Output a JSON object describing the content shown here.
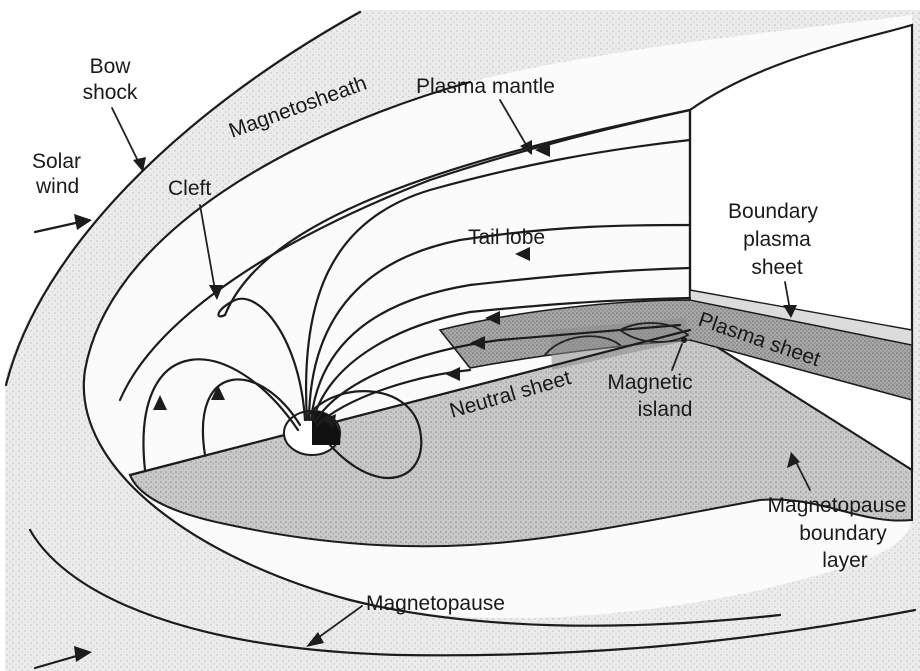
{
  "diagram": {
    "colors": {
      "background": "#ffffff",
      "sheath_fill": "#ececec",
      "plane_fill": "#c8c8c8",
      "plasma_sheet_fill": "#b4b4b4",
      "ink": "#1c1c1c"
    },
    "labels": {
      "bow_shock": [
        "Bow",
        "shock"
      ],
      "solar_wind": [
        "Solar",
        "wind"
      ],
      "magnetosheath": "Magnetosheath",
      "plasma_mantle": "Plasma mantle",
      "cleft": "Cleft",
      "tail_lobe": "Tail lobe",
      "boundary_plasma_sheet": [
        "Boundary",
        "plasma",
        "sheet"
      ],
      "plasma_sheet": "Plasma sheet",
      "neutral_sheet": "Neutral sheet",
      "magnetic_island": [
        "Magnetic",
        "island"
      ],
      "magnetopause_boundary_layer": [
        "Magnetopause",
        "boundary",
        "layer"
      ],
      "magnetopause": "Magnetopause"
    }
  }
}
